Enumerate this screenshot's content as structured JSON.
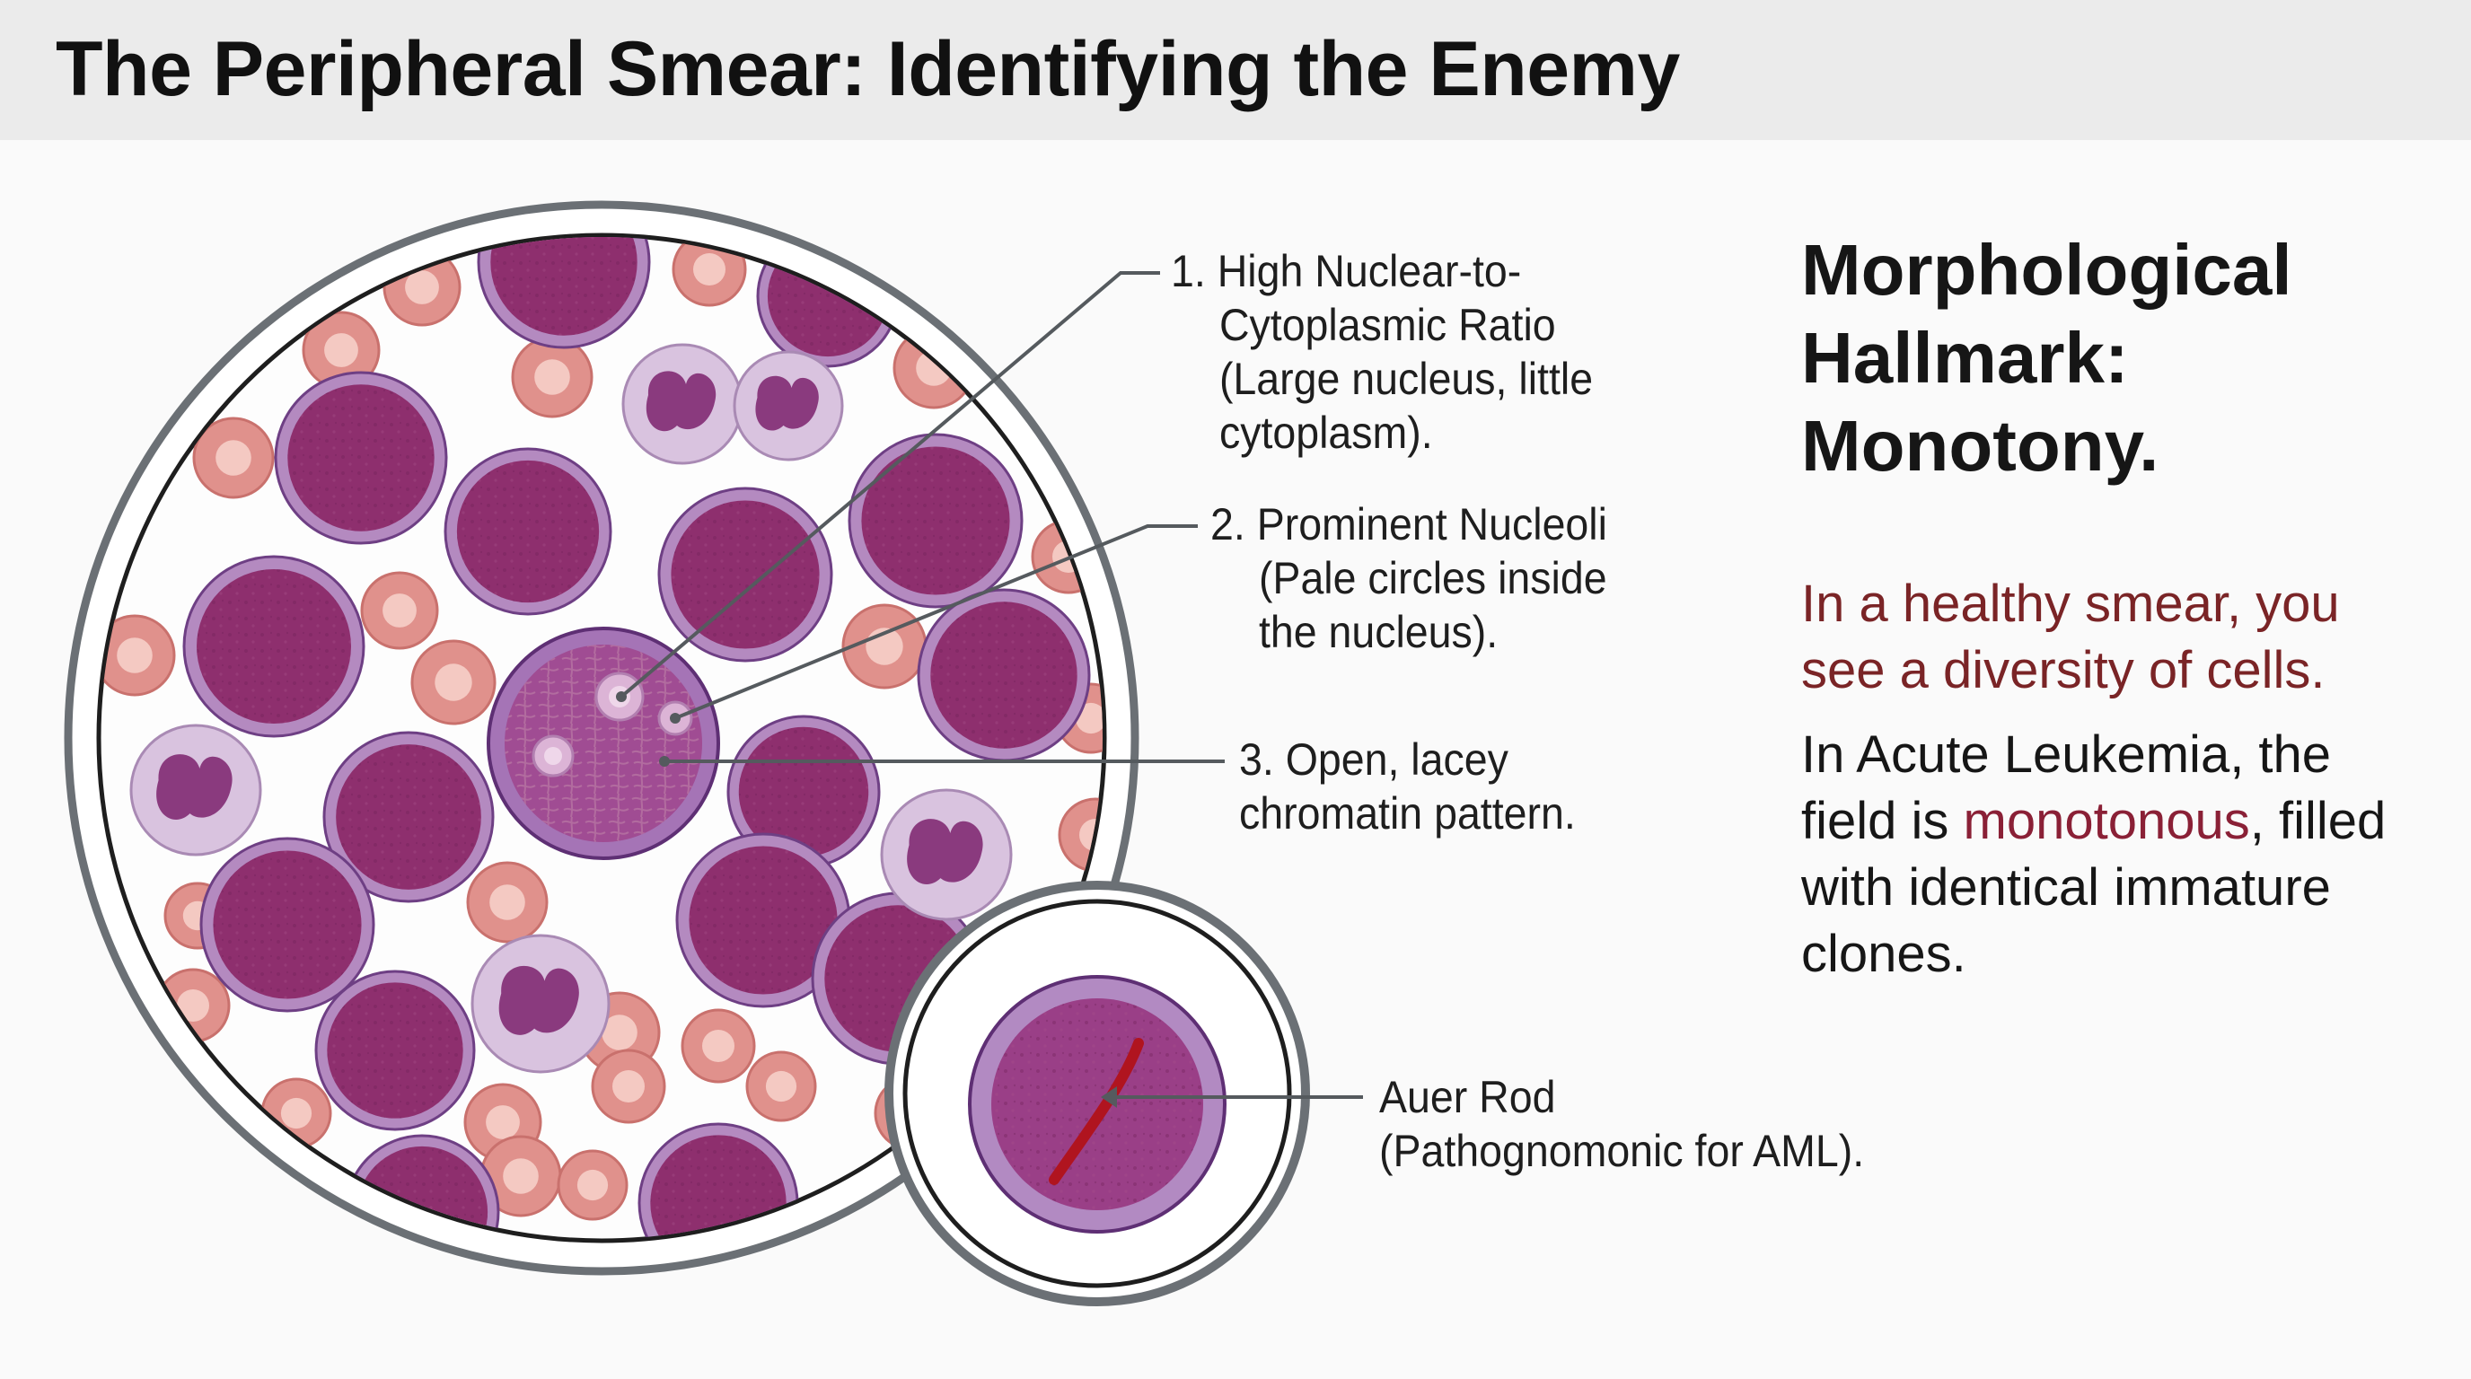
{
  "title": "The Peripheral Smear: Identifying the Enemy",
  "callouts": [
    {
      "label": "1. High Nuclear-to-",
      "lines": [
        "Cytoplasmic Ratio",
        "(Large nucleus, little",
        "cytoplasm)."
      ]
    },
    {
      "label": "2. Prominent Nucleoli",
      "lines": [
        "(Pale circles inside",
        "the nucleus)."
      ]
    },
    {
      "label": "3. Open, lacey",
      "lines": [
        "chromatin pattern."
      ]
    },
    {
      "label": "Auer Rod",
      "lines": [
        "(Pathognomonic for AML)."
      ]
    }
  ],
  "hallmark": {
    "lines": [
      "Morphological",
      "Hallmark:",
      "Monotony."
    ]
  },
  "healthy_text": "In a healthy smear, you see a diversity of cells.",
  "leukemia": {
    "before": "In Acute Leukemia, the field is ",
    "highlight": "monotonous",
    "after": ", filled with identical immature clones."
  },
  "colors": {
    "blast_cytoplasm": "#b48ac0",
    "blast_nucleus": "#8e2f6e",
    "rbc": "#e0918c",
    "rbc_center": "#f4c9c2",
    "neutrophil_cytoplasm": "#d9c3df",
    "neutrophil_nucleus": "#8a3a7e",
    "auer_rod": "#b0141f",
    "accent_red": "#7a2426",
    "highlight": "#8a2036",
    "lens_ring": "#6b7075"
  }
}
